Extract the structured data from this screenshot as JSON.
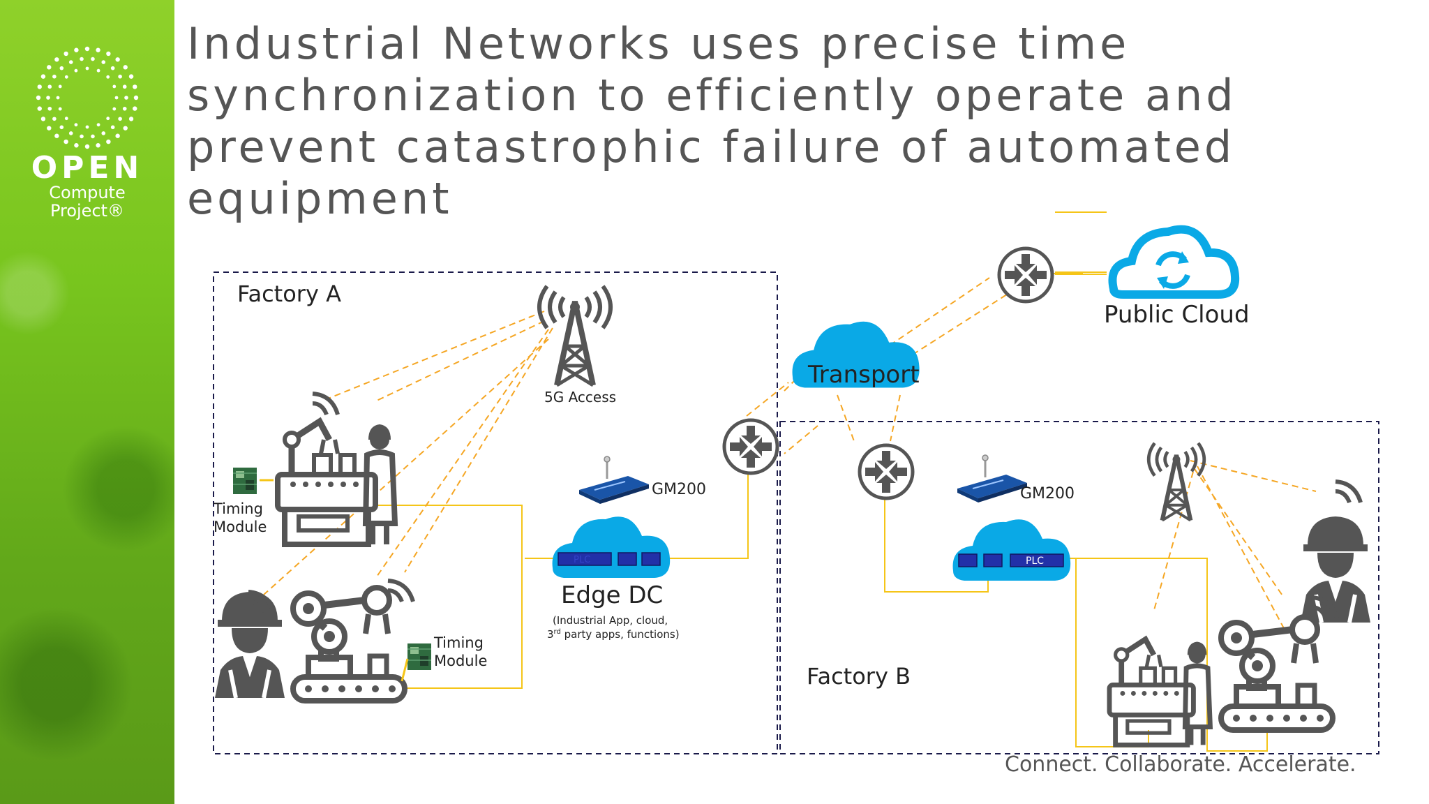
{
  "logo": {
    "word": "OPEN",
    "line1": "Compute",
    "line2": "Project®"
  },
  "title": "Industrial Networks uses precise time synchronization to efficiently operate and prevent catastrophic failure of automated equipment",
  "factory_a": {
    "label": "Factory A"
  },
  "factory_b": {
    "label": "Factory B"
  },
  "access_5g": "5G Access",
  "transport": "Transport",
  "public_cloud": "Public Cloud",
  "gm200_a": "GM200",
  "gm200_b": "GM200",
  "edge_dc": {
    "title": "Edge DC",
    "sub1": "(Industrial App, cloud,",
    "sub2_pre": "3",
    "sub2_sup": "rd",
    "sub2_post": " party apps, functions)"
  },
  "plc_a": "PLC",
  "plc_b": "PLC",
  "timing_a": {
    "line1": "Timing",
    "line2": "Module"
  },
  "timing_b": {
    "line1": "Timing",
    "line2": "Module"
  },
  "tagline": "Connect. Collaborate. Accelerate.",
  "colors": {
    "cloud": "#0aa9e6",
    "sync_line": "#f5c518",
    "sidebar": "#78c51e",
    "icon": "#555555",
    "plc": "#2230a8"
  }
}
